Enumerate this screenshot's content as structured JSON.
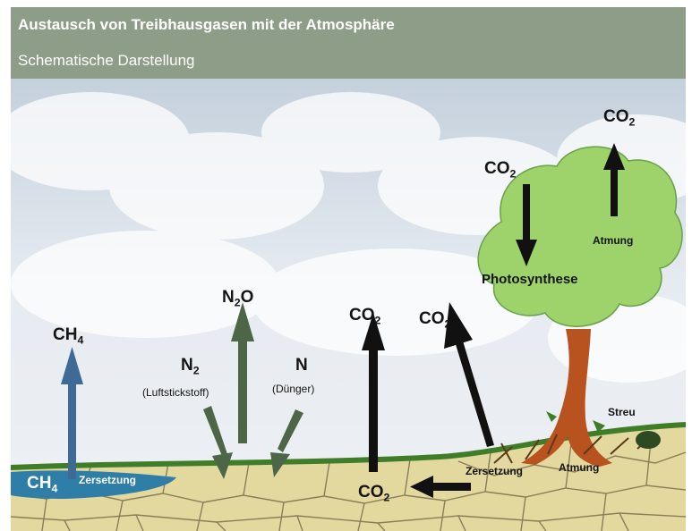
{
  "header": {
    "title": "Austausch von Treibhausgasen mit der Atmosphäre",
    "subtitle": "Schematische Darstellung"
  },
  "labels": {
    "ch4_air": {
      "main": "CH",
      "sub": "4"
    },
    "ch4_water": {
      "main": "CH",
      "sub": "4"
    },
    "zersetzung_water": "Zersetzung",
    "n2o": {
      "pre": "N",
      "sub": "2",
      "post": "O"
    },
    "n2": {
      "main": "N",
      "sub": "2"
    },
    "luftstickstoff": "(Luftstickstoff)",
    "n": "N",
    "duenger": "(Dünger)",
    "co2_up": {
      "main": "CO",
      "sub": "2"
    },
    "co2_diag": {
      "main": "CO",
      "sub": "2"
    },
    "co2_bottom": {
      "main": "CO",
      "sub": "2"
    },
    "co2_tree_in": {
      "main": "CO",
      "sub": "2"
    },
    "co2_tree_out": {
      "main": "CO",
      "sub": "2"
    },
    "photosynthese": "Photosynthese",
    "atmung_tree": "Atmung",
    "atmung_roots": "Atmung",
    "zersetzung_roots": "Zersetzung",
    "streu": "Streu"
  },
  "colors": {
    "header_bg": "#8e9d87",
    "sky": "#dfe6ee",
    "soil": "#e3d99e",
    "soil_lines": "#8a7e58",
    "water": "#2f7ea8",
    "grass": "#3f7d2a",
    "arrow_methane": "#3f6a96",
    "arrow_nitrogen": "#4d6647",
    "arrow_carbon": "#111111",
    "crown": "#9ed26a",
    "trunk": "#b8521f"
  }
}
